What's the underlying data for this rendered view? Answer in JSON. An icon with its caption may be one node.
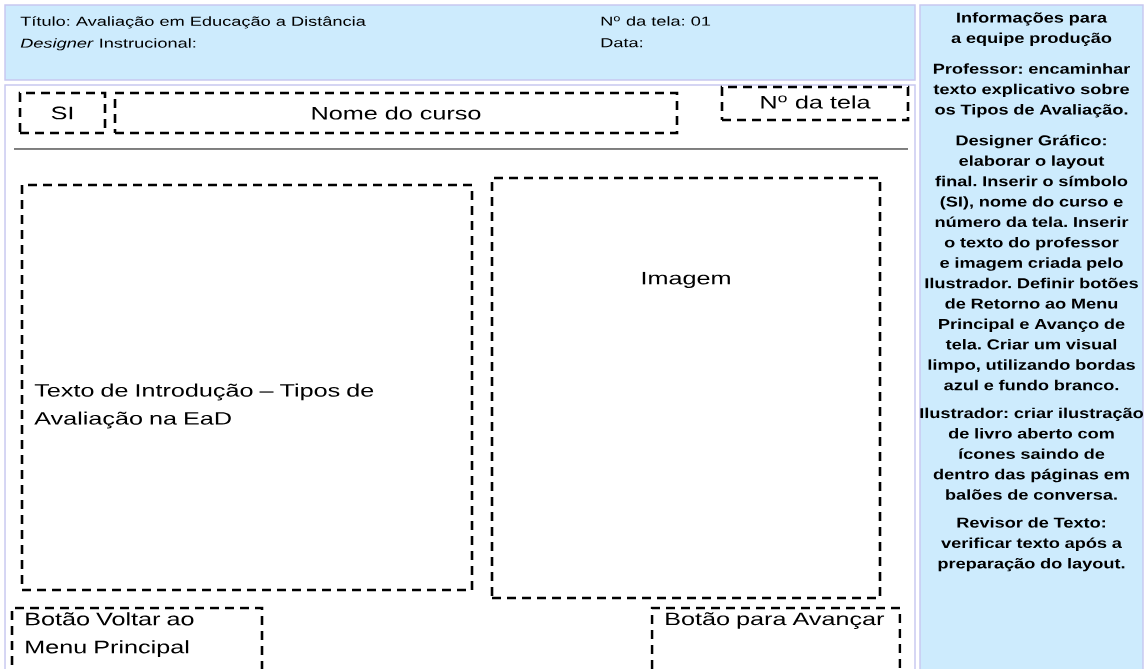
{
  "diagram": {
    "nodes": [
      {
        "text": [
          "Título: Avaliação em Educação a Distância",
          "*Designer* Instrucional:",
          "N$^{o}$ da tela: 01",
          "Data:"
        ]
      },
      {
        "text": [
          "Informações para a equipe produção",
          "Professor: encaminhar texto explicativo sobre os Tipos de Avaliação.",
          "Designer Gráfico: elaborar o layout final. Inserir o símbolo (SI), nome do curso e número da tela. Inserir o texto do professor e imagem criada pelo Ilustrador. Definir botões de Retorno ao Menu Principal e Avanço de tela.  Criar um visual limpo, utilizando bordas azul e fundo branco.",
          "Ilustrador: criar ilustração de livro aberto com ícones saindo de dentro das páginas em balões de conversa.",
          "Revisor de Texto: verificar  texto após a preparação do layout."
        ]
      },
      {
        "text": [],
        "shape": "box"
      },
      {
        "text": [
          "SI"
        ],
        "in": 2
      },
      {
        "text": [
          "Nome do curso"
        ],
        "in": 2
      },
      {
        "text": [
          "N$^{o}$ da tela"
        ],
        "in": 2
      },
      {
        "text": [
          "Texto de Introdução – Tipos de Avaliação na EaD"
        ],
        "in": 2
      },
      {
        "text": [
          "Imagem"
        ],
        "in": 2
      },
      {
        "text": [
          "Botão Voltar ao Menu Principal"
        ],
        "in": 2
      },
      {
        "text": [
          "Botão para Avançar"
        ],
        "in": 2
      }
    ]
  }
}
